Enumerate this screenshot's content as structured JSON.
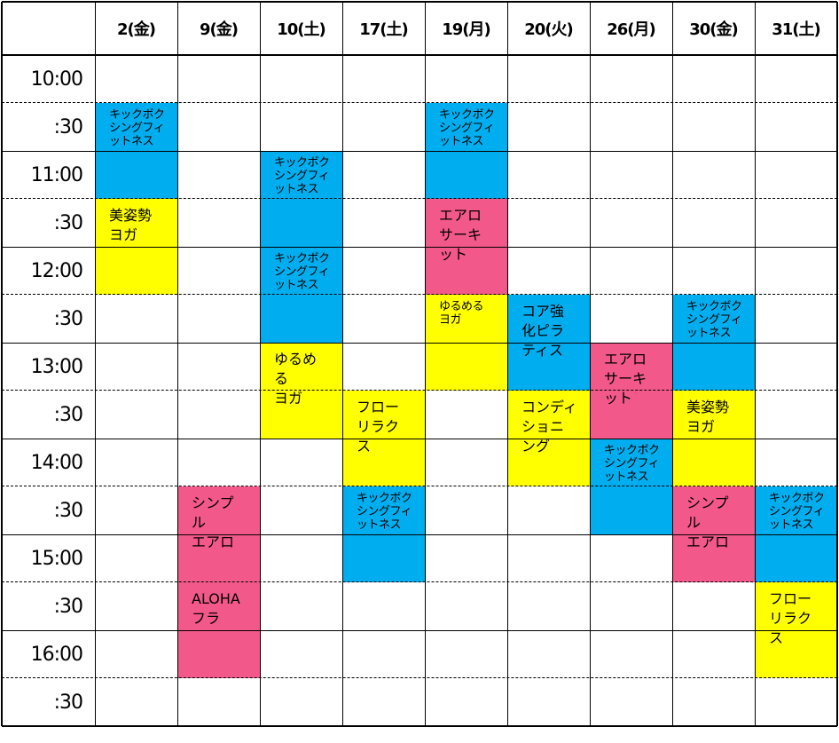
{
  "columns": [
    "2(金)",
    "9(金)",
    "10(土)",
    "17(土)",
    "19(月)",
    "20(火)",
    "26(月)",
    "30(金)",
    "31(土)"
  ],
  "time_labels": [
    "10:00",
    ":30",
    "11:00",
    ":30",
    "12:00",
    ":30",
    "13:00",
    ":30",
    "14:00",
    ":30",
    "15:00",
    ":30",
    "16:00",
    ":30"
  ],
  "colors": {
    "blue": "#00aeef",
    "yellow": "#ffff00",
    "pink": "#f2598a",
    "border": "#000000",
    "background": "#ffffff"
  },
  "events": [
    {
      "col": 0,
      "start": 1,
      "rows": 2,
      "color": "blue",
      "size": "small",
      "label": "キックボクシングフィットネス"
    },
    {
      "col": 0,
      "start": 3,
      "rows": 2,
      "color": "yellow",
      "size": "large",
      "label": "美姿勢ヨガ"
    },
    {
      "col": 1,
      "start": 9,
      "rows": 2,
      "color": "pink",
      "size": "large",
      "label": "シンプル\nエアロ"
    },
    {
      "col": 1,
      "start": 11,
      "rows": 2,
      "color": "pink",
      "size": "large",
      "label": "ALOHA\nフラ"
    },
    {
      "col": 2,
      "start": 2,
      "rows": 2,
      "color": "blue",
      "size": "small",
      "label": "キックボクシングフィットネス"
    },
    {
      "col": 2,
      "start": 4,
      "rows": 2,
      "color": "blue",
      "size": "small",
      "label": "キックボクシングフィットネス"
    },
    {
      "col": 2,
      "start": 6,
      "rows": 2,
      "color": "yellow",
      "size": "large",
      "label": "ゆるめる\nヨガ"
    },
    {
      "col": 3,
      "start": 7,
      "rows": 2,
      "color": "yellow",
      "size": "large",
      "label": "フローリラクス"
    },
    {
      "col": 3,
      "start": 9,
      "rows": 2,
      "color": "blue",
      "size": "small",
      "label": "キックボクシングフィットネス"
    },
    {
      "col": 4,
      "start": 1,
      "rows": 2,
      "color": "blue",
      "size": "small",
      "label": "キックボクシングフィットネス"
    },
    {
      "col": 4,
      "start": 3,
      "rows": 2,
      "color": "pink",
      "size": "large",
      "label": "エアロサーキット"
    },
    {
      "col": 4,
      "start": 5,
      "rows": 2,
      "color": "yellow",
      "size": "small",
      "label": "ゆるめる\nヨガ"
    },
    {
      "col": 5,
      "start": 5,
      "rows": 2,
      "color": "blue",
      "size": "large",
      "label": "コア強化ピラティス"
    },
    {
      "col": 5,
      "start": 7,
      "rows": 2,
      "color": "yellow",
      "size": "large",
      "label": "コンディショニング"
    },
    {
      "col": 6,
      "start": 6,
      "rows": 2,
      "color": "pink",
      "size": "large",
      "label": "エアロ\nサーキット"
    },
    {
      "col": 6,
      "start": 8,
      "rows": 2,
      "color": "blue",
      "size": "small",
      "label": "キックボクシングフィットネス"
    },
    {
      "col": 7,
      "start": 5,
      "rows": 2,
      "color": "blue",
      "size": "small",
      "label": "キックボクシングフィットネス"
    },
    {
      "col": 7,
      "start": 7,
      "rows": 2,
      "color": "yellow",
      "size": "large",
      "label": "美姿勢ヨガ"
    },
    {
      "col": 7,
      "start": 9,
      "rows": 2,
      "color": "pink",
      "size": "large",
      "label": "シンプル\nエアロ"
    },
    {
      "col": 8,
      "start": 9,
      "rows": 2,
      "color": "blue",
      "size": "small",
      "label": "キックボクシングフィットネス"
    },
    {
      "col": 8,
      "start": 11,
      "rows": 2,
      "color": "yellow",
      "size": "large",
      "label": "フローリラクス"
    }
  ]
}
